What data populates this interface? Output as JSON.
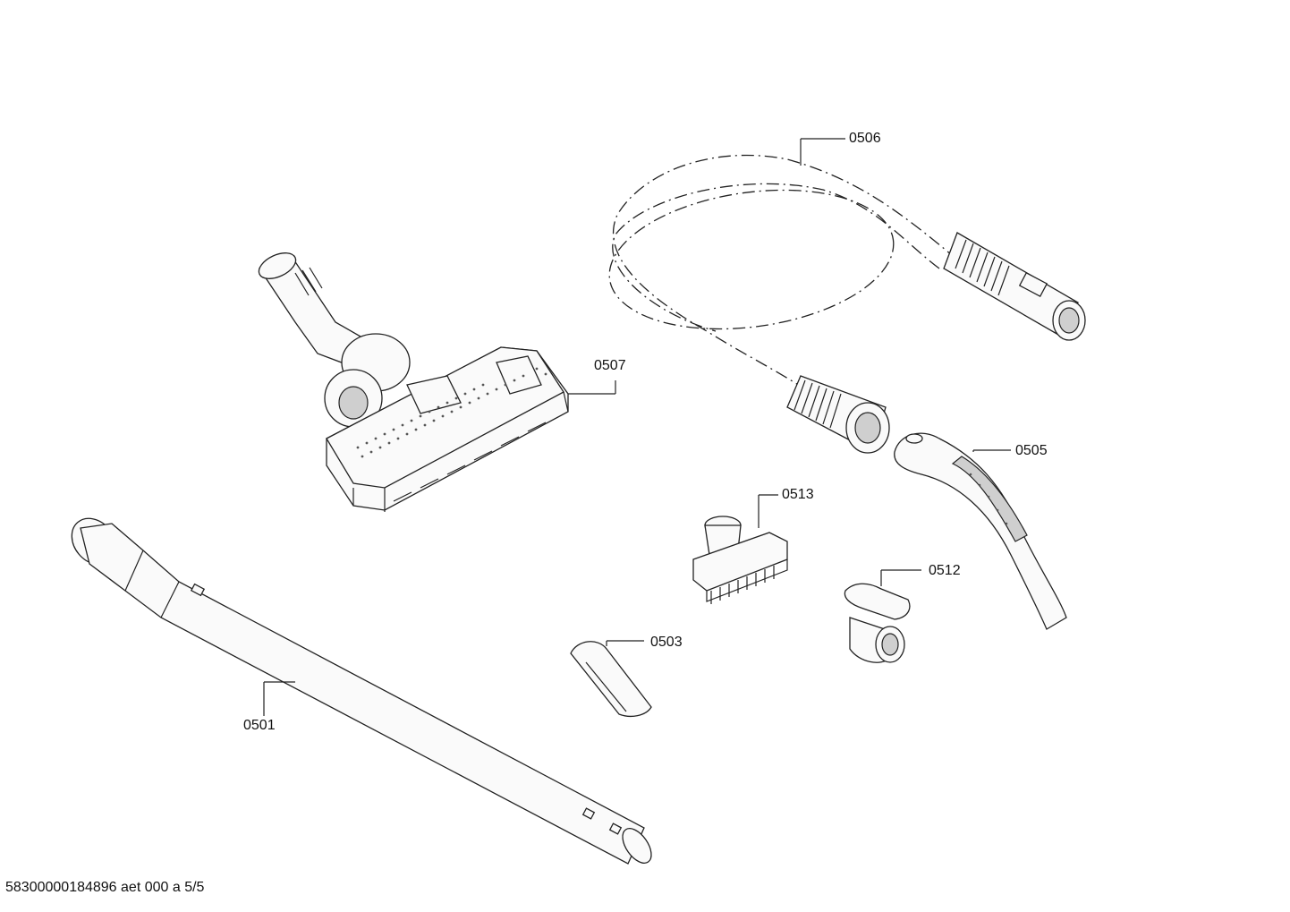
{
  "labels": {
    "p0501": "0501",
    "p0503": "0503",
    "p0505": "0505",
    "p0506": "0506",
    "p0507": "0507",
    "p0512": "0512",
    "p0513": "0513"
  },
  "footer": "58300000184896 aet 000 a 5/5"
}
